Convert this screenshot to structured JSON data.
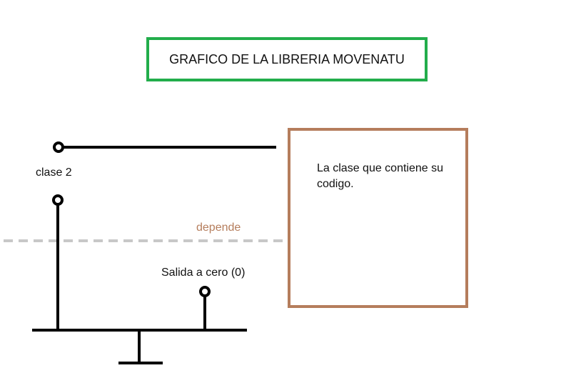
{
  "title": "GRAFICO DE LA LIBRERIA MOVENATU",
  "class_box_text": "La clase que contiene su codigo.",
  "labels": {
    "clase2": "clase 2",
    "salida": "Salida a cero (0)",
    "depende": "depende"
  },
  "colors": {
    "title_border": "#22ad4b",
    "class_box_border": "#b57d5c",
    "depende_text": "#b57d5c",
    "dashed_line": "#c8c8c8",
    "wire": "#000000"
  }
}
